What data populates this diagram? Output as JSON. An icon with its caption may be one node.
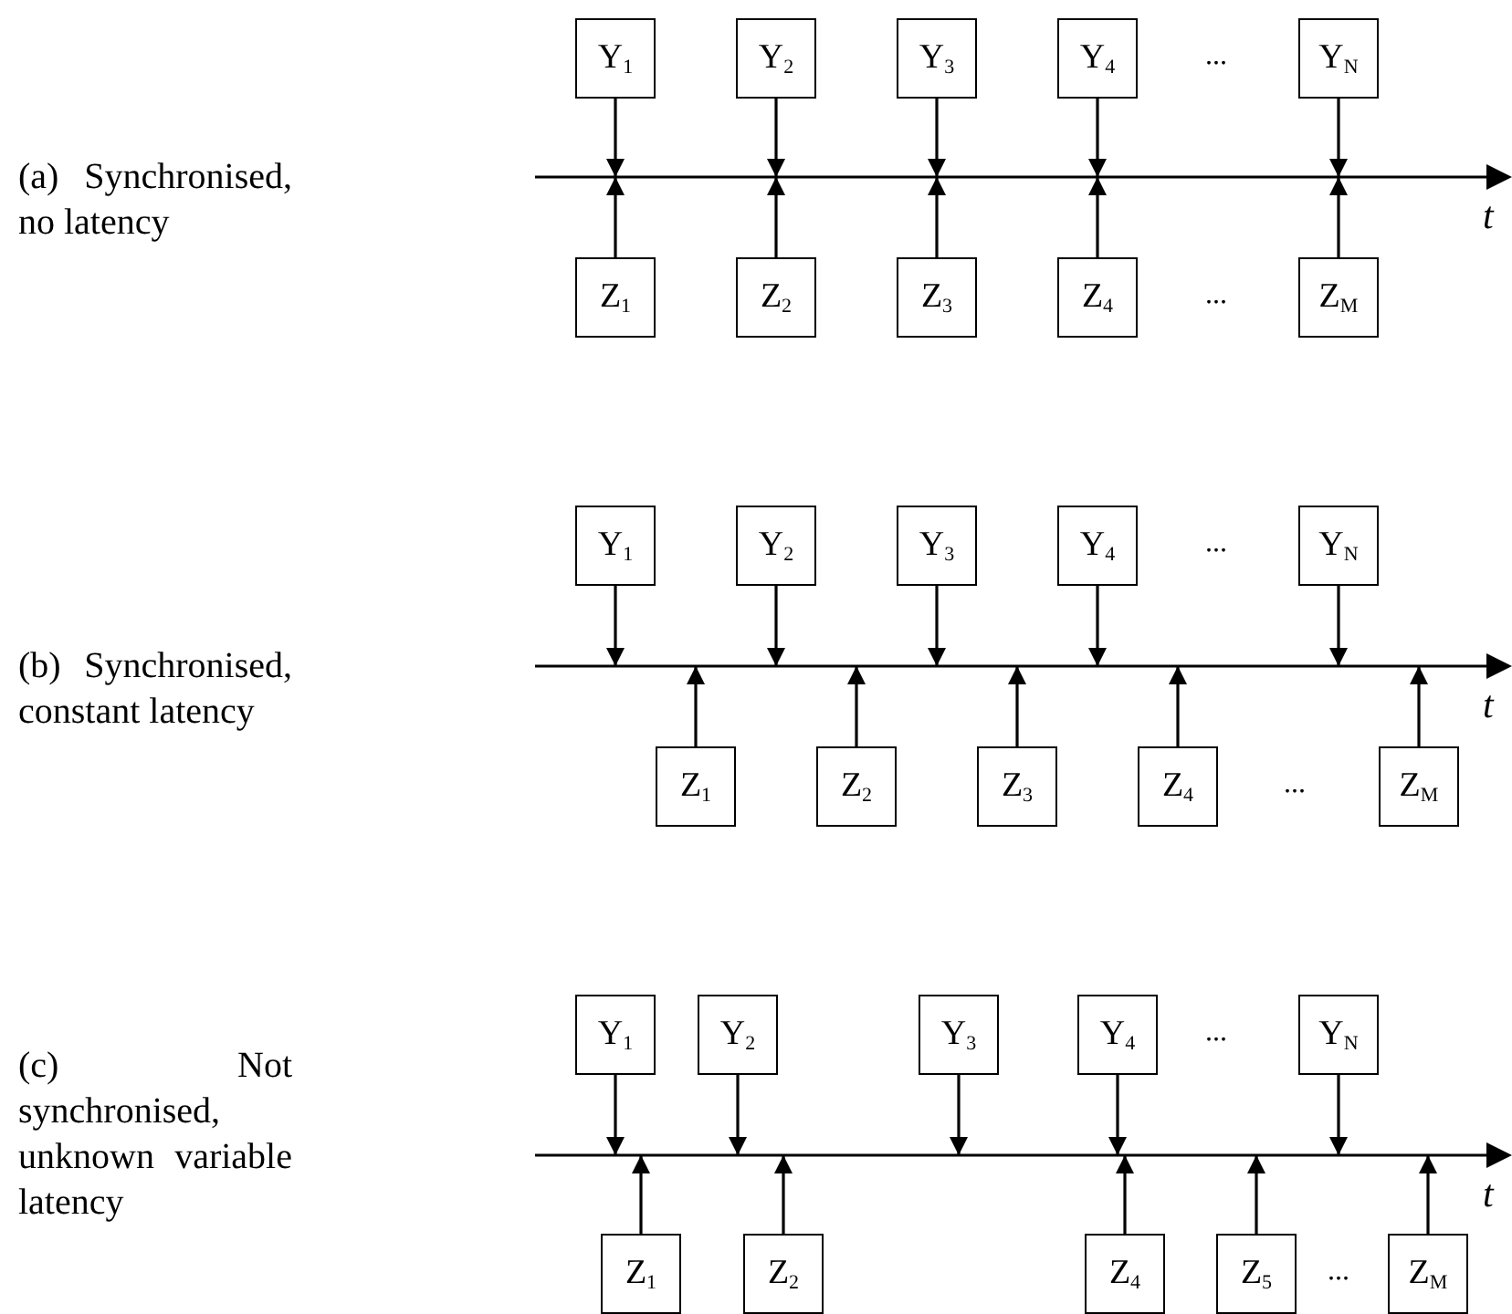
{
  "diagram": {
    "nodes": [
      {
        "text": [
          "Y$_{1}$"
        ]
      },
      {
        "text": [
          "Y$_{2}$"
        ]
      },
      {
        "text": [
          "Y$_{3}$"
        ]
      },
      {
        "text": [
          "Y$_{4}$"
        ]
      },
      {
        "text": [
          "Y$_{N}$"
        ]
      },
      {
        "text": [
          "Z$_{1}$"
        ]
      },
      {
        "text": [
          "Z$_{2}$"
        ]
      },
      {
        "text": [
          "Z$_{3}$"
        ]
      },
      {
        "text": [
          "Z$_{4}$"
        ]
      },
      {
        "text": [
          "Z$_{M}$"
        ]
      },
      {
        "text": [
          "Y$_{1}$"
        ]
      },
      {
        "text": [
          "Y$_{2}$"
        ]
      },
      {
        "text": [
          "Y$_{3}$"
        ]
      },
      {
        "text": [
          "Y$_{4}$"
        ]
      },
      {
        "text": [
          "Y$_{N}$"
        ]
      },
      {
        "text": [
          "Z$_{1}$"
        ]
      },
      {
        "text": [
          "Z$_{2}$"
        ]
      },
      {
        "text": [
          "Z$_{3}$"
        ]
      },
      {
        "text": [
          "Z$_{4}$"
        ]
      },
      {
        "text": [
          "Z$_{M}$"
        ]
      },
      {
        "text": [
          "Y$_{1}$"
        ]
      },
      {
        "text": [
          "Y$_{2}$"
        ]
      },
      {
        "text": [
          "Y$_{3}$"
        ]
      },
      {
        "text": [
          "Y$_{4}$"
        ]
      },
      {
        "text": [
          "Y$_{N}$"
        ]
      },
      {
        "text": [
          "Z$_{1}$"
        ]
      },
      {
        "text": [
          "Z$_{2}$"
        ]
      },
      {
        "text": [
          "Z$_{4}$"
        ]
      },
      {
        "text": [
          "Z$_{5}$"
        ]
      },
      {
        "text": [
          "Z$_{M}$"
        ]
      }
    ],
    "edges": [
      {
        "from": 0,
        "to": null,
        "arrow": "to"
      },
      {
        "from": 1,
        "to": null,
        "arrow": "to"
      },
      {
        "from": 2,
        "to": null,
        "arrow": "to"
      },
      {
        "from": 3,
        "to": null,
        "arrow": "to"
      },
      {
        "from": 4,
        "to": null,
        "arrow": "to"
      },
      {
        "from": 5,
        "to": null,
        "arrow": "to"
      },
      {
        "from": 6,
        "to": null,
        "arrow": "to"
      },
      {
        "from": 7,
        "to": null,
        "arrow": "to"
      },
      {
        "from": 8,
        "to": null,
        "arrow": "to"
      },
      {
        "from": 9,
        "to": null,
        "arrow": "to"
      },
      {
        "from": 10,
        "to": null,
        "arrow": "to"
      },
      {
        "from": 11,
        "to": null,
        "arrow": "to"
      },
      {
        "from": 12,
        "to": null,
        "arrow": "to"
      },
      {
        "from": 13,
        "to": null,
        "arrow": "to"
      },
      {
        "from": 14,
        "to": null,
        "arrow": "to"
      },
      {
        "from": 15,
        "to": null,
        "arrow": "to"
      },
      {
        "from": 16,
        "to": null,
        "arrow": "to"
      },
      {
        "from": 17,
        "to": null,
        "arrow": "to"
      },
      {
        "from": 18,
        "to": null,
        "arrow": "to"
      },
      {
        "from": 19,
        "to": null,
        "arrow": "to"
      },
      {
        "from": 20,
        "to": null,
        "arrow": "to"
      },
      {
        "from": 21,
        "to": null,
        "arrow": "to"
      },
      {
        "from": 22,
        "to": null,
        "arrow": "to"
      },
      {
        "from": 23,
        "to": null,
        "arrow": "to"
      },
      {
        "from": 24,
        "to": null,
        "arrow": "to"
      },
      {
        "from": 25,
        "to": null,
        "arrow": "to"
      },
      {
        "from": 26,
        "to": null,
        "arrow": "to"
      },
      {
        "from": 27,
        "to": null,
        "arrow": "to"
      },
      {
        "from": 28,
        "to": null,
        "arrow": "to"
      },
      {
        "from": 29,
        "to": null,
        "arrow": "to"
      }
    ],
    "labels": [
      "...",
      "(a) Synchronised, no latency",
      "t",
      "...",
      "...",
      "(b) Synchronised, constant latency",
      "t",
      "...",
      "...",
      "(c) Not synchronised, unknown variable latency",
      "t",
      "..."
    ]
  }
}
